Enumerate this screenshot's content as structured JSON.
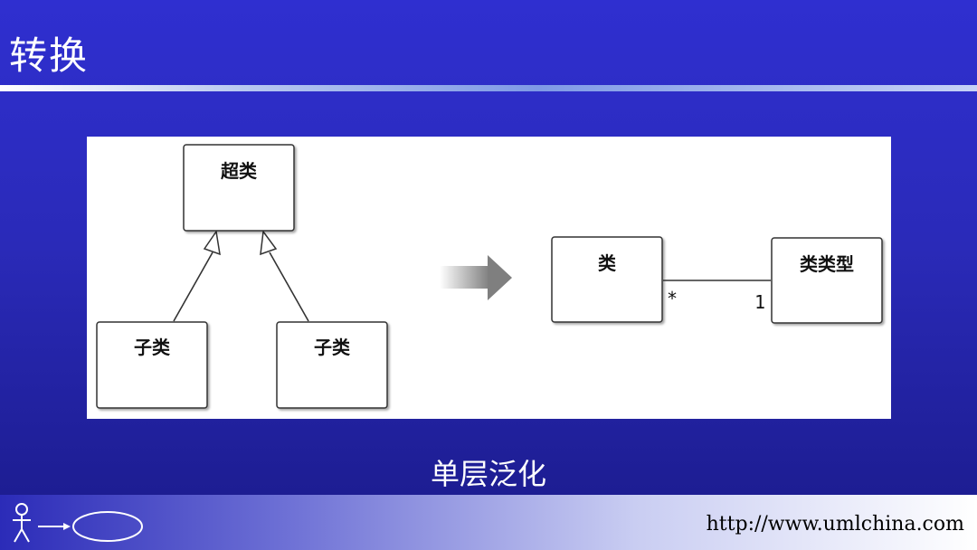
{
  "slide": {
    "title": "转换",
    "caption": "单层泛化"
  },
  "diagram": {
    "before": {
      "superclass": "超类",
      "subclass_left": "子类",
      "subclass_right": "子类"
    },
    "after": {
      "class": "类",
      "class_type": "类类型",
      "multiplicity_class_end": "*",
      "multiplicity_type_end": "1"
    }
  },
  "footer": {
    "url": "http://www.umlchina.com"
  },
  "colors": {
    "background": "#2a2ab8",
    "panel": "#ffffff",
    "text": "#ffffff"
  }
}
